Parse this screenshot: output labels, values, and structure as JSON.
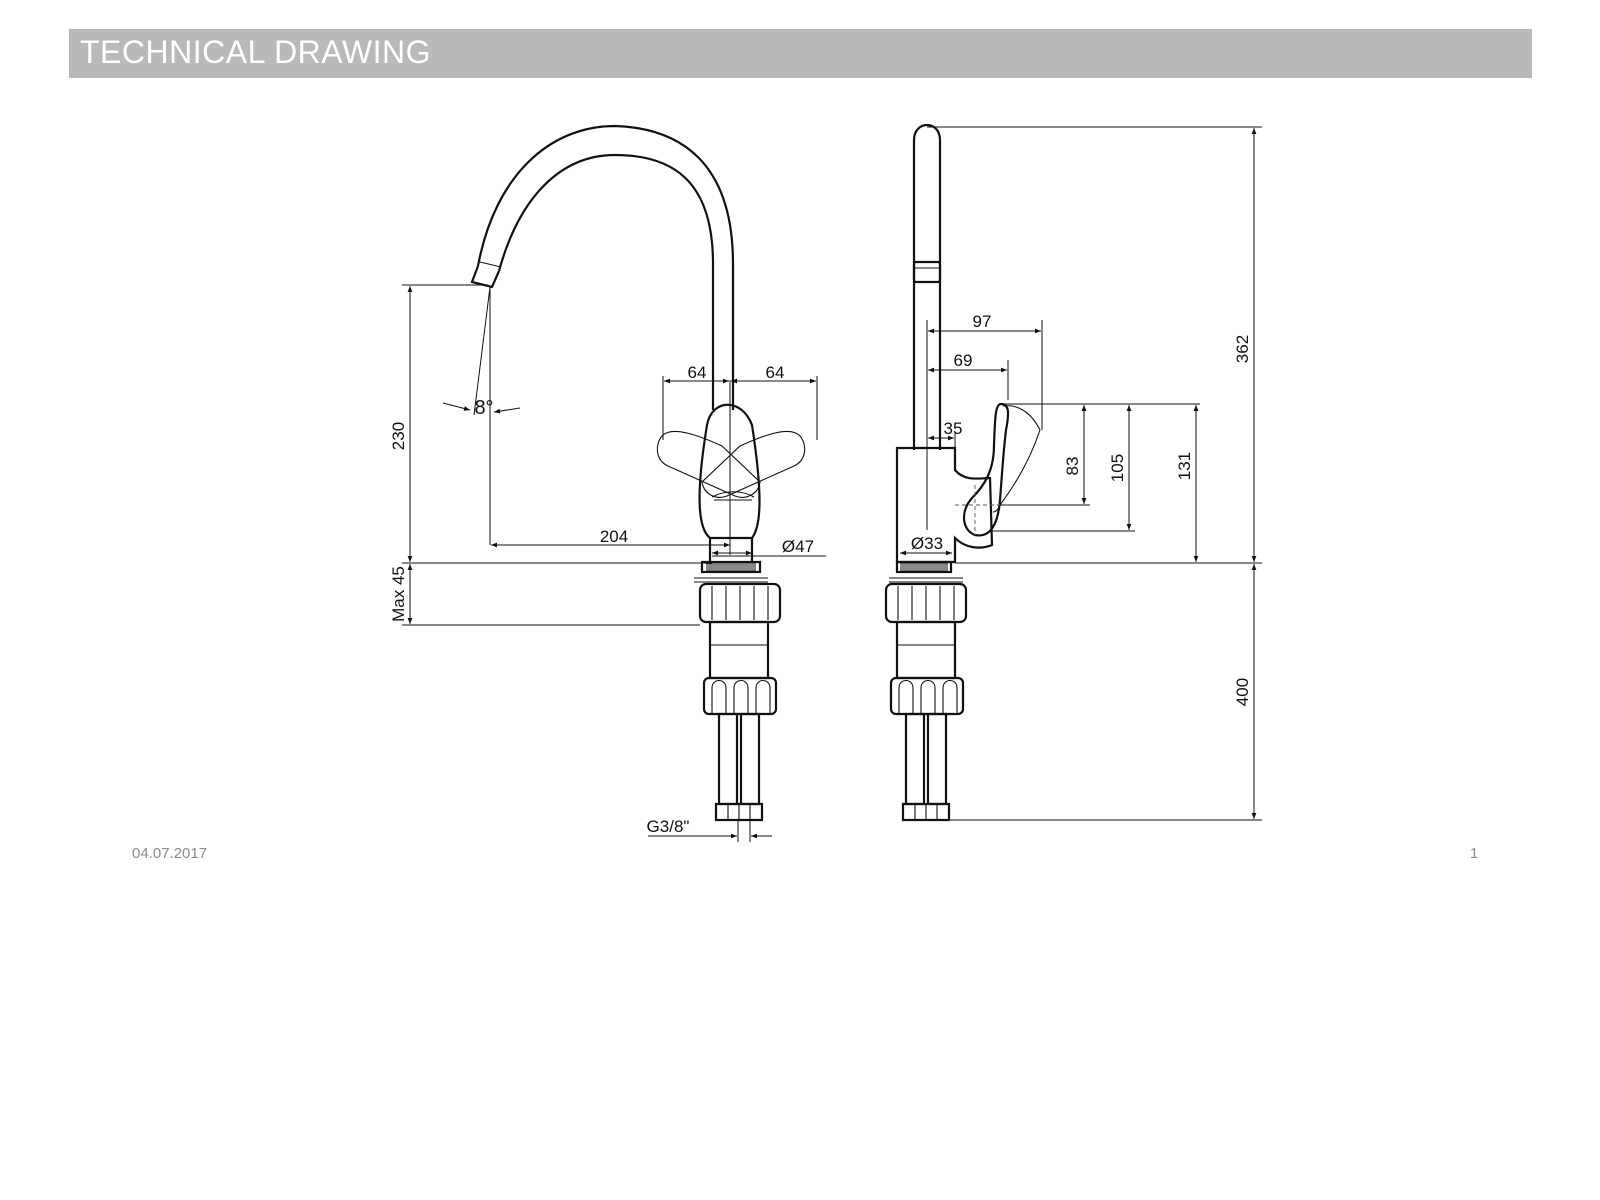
{
  "header": {
    "title": "TECHNICAL DRAWING"
  },
  "footer": {
    "date": "04.07.2017",
    "page": "1"
  },
  "colors": {
    "header_bg": "#b9b9b9",
    "header_text": "#ffffff",
    "footer_text": "#8c8c8c",
    "line": "#111111"
  },
  "dimensions": {
    "front": {
      "height_230": "230",
      "angle_8": "8°",
      "width_64_left": "64",
      "width_64_right": "64",
      "reach_204": "204",
      "dia_47": "Ø47",
      "max_45": "Max 45",
      "thread": "G3/8\""
    },
    "side": {
      "w_97": "97",
      "w_69": "69",
      "w_35": "35",
      "dia_33": "Ø33",
      "h_83": "83",
      "h_105": "105",
      "h_131": "131",
      "h_362": "362",
      "h_400": "400"
    }
  }
}
